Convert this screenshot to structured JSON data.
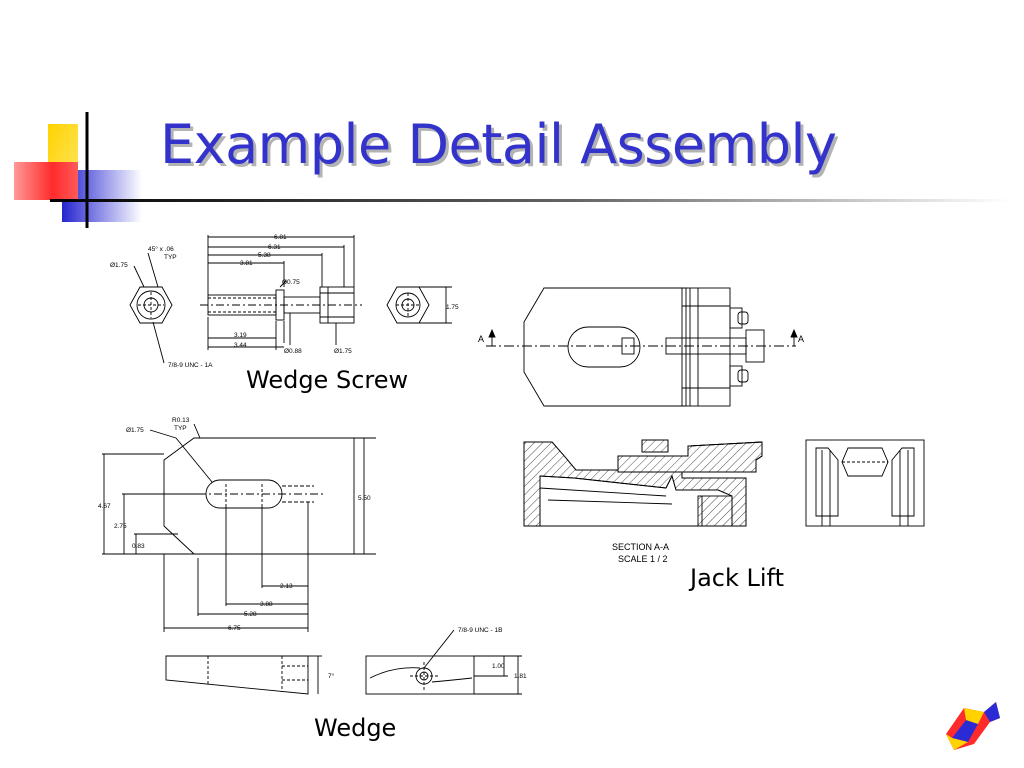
{
  "slide": {
    "title": "Example Detail Assembly",
    "accent_color": "#3333cc",
    "logo_icon": "arrow-logo-icon"
  },
  "wedge_screw": {
    "caption": "Wedge Screw",
    "dims": {
      "len_681": "6.81",
      "len_631": "6.31",
      "len_538": "5.38",
      "len_381": "3.81",
      "chamfer": "45° x .06",
      "chamfer_typ": "TYP",
      "dia_175_left": "Ø1.75",
      "dia_075": "Ø0.75",
      "len_319": "3.19",
      "len_344": "3.44",
      "dia_088": "Ø0.88",
      "dia_175_bottom": "Ø1.75",
      "thread": "7/8-9 UNC - 1A",
      "hex_175": "1.75"
    }
  },
  "jack_lift": {
    "caption": "Jack Lift",
    "section_mark": "A",
    "section_label": "SECTION  A-A",
    "scale_label": "SCALE 1 / 2"
  },
  "wedge": {
    "caption": "Wedge",
    "dims": {
      "radius": "R0.13",
      "radius_typ": "TYP",
      "dia_175": "Ø1.75",
      "h_467": "4.67",
      "h_275": "2.75",
      "h_083": "0.83",
      "h_550": "5.50",
      "w_213": "2.13",
      "w_388": "3.88",
      "w_528": "5.28",
      "w_675": "6.75",
      "angle": "7°",
      "thread": "7/8-9 UNC - 1B",
      "t_100": "1.00",
      "t_181": "1.81"
    }
  }
}
